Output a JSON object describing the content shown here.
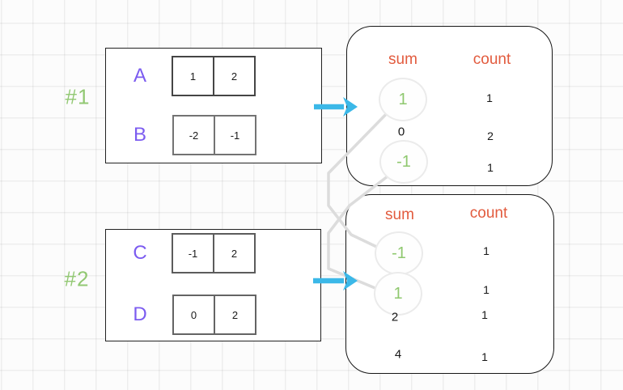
{
  "colors": {
    "accent_green": "#8fc86f",
    "accent_purple": "#7c5cf0",
    "accent_orange": "#e25b3e",
    "accent_blue": "#3bb8e8",
    "connector_gray": "#dcdcdc"
  },
  "example1": {
    "label": "#1",
    "arrays": [
      {
        "name": "A",
        "values": [
          "1",
          "2"
        ]
      },
      {
        "name": "B",
        "values": [
          "-2",
          "-1"
        ]
      }
    ],
    "result": {
      "sum_header": "sum",
      "count_header": "count",
      "rows": [
        {
          "sum": "1",
          "count": "1",
          "highlighted": true
        },
        {
          "sum": "0",
          "count": "2",
          "highlighted": false
        },
        {
          "sum": "-1",
          "count": "1",
          "highlighted": true
        }
      ]
    }
  },
  "example2": {
    "label": "#2",
    "arrays": [
      {
        "name": "C",
        "values": [
          "-1",
          "2"
        ]
      },
      {
        "name": "D",
        "values": [
          "0",
          "2"
        ]
      }
    ],
    "result": {
      "sum_header": "sum",
      "count_header": "count",
      "rows": [
        {
          "sum": "-1",
          "count": "1",
          "highlighted": true
        },
        {
          "sum": "1",
          "count": "1",
          "highlighted": true
        },
        {
          "sum": "2",
          "count": "1",
          "highlighted": false
        },
        {
          "sum": "4",
          "count": "1",
          "highlighted": false
        }
      ]
    }
  }
}
